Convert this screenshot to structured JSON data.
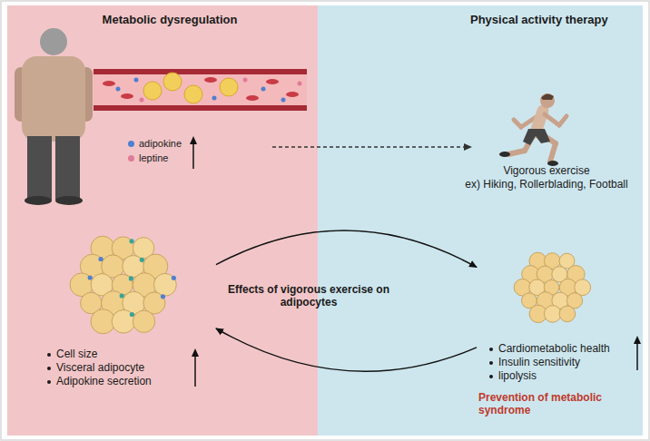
{
  "diagram": {
    "nodes": [
      {
        "text": [
          "Metabolic dysregulation"
        ]
      },
      {
        "text": [
          "Physical activity therapy"
        ]
      },
      {
        "text": [
          "Vigorous exercise",
          "ex) Hiking, Rollerblading, Football"
        ],
        "in": 1
      },
      {
        "text": [
          "Cell size",
          "Visceral adipocyte",
          "Adipokine secretion"
        ],
        "in": 0
      },
      {
        "text": [
          "Cardiometabolic health",
          "Insulin sensitivity",
          "lipolysis"
        ],
        "in": 1
      }
    ],
    "edges": [
      {
        "from": 3,
        "to": 4,
        "arrow": "to"
      },
      {
        "from": 4,
        "to": 3,
        "arrow": "to"
      }
    ],
    "labels": [
      "Effects of vigorous exercise on adipocytes",
      "Prevention of metabolic syndrome"
    ],
    "legend": [
      {
        "text": "adipokine",
        "color": "#4f7fd0"
      },
      {
        "text": "leptine",
        "color": "#e07b9a"
      }
    ]
  }
}
